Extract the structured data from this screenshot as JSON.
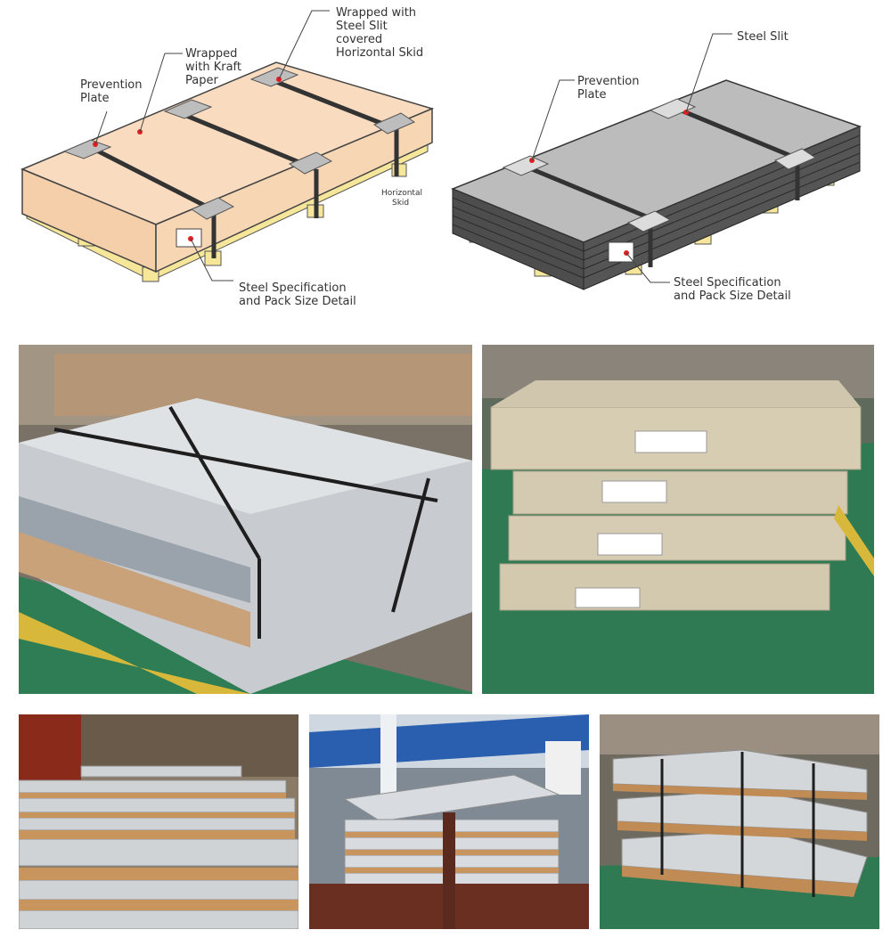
{
  "diagram_left": {
    "labels": {
      "wrapped_steel_slit": [
        "Wrapped with",
        "Steel Slit",
        "covered",
        "Horizontal Skid"
      ],
      "kraft": [
        "Wrapped",
        "with Kraft",
        "Paper"
      ],
      "prevention": [
        "Prevention",
        "Plate"
      ],
      "skid": [
        "Horizontal",
        "Skid"
      ],
      "spec": [
        "Steel Specification",
        "and Pack Size Detail"
      ]
    }
  },
  "diagram_right": {
    "labels": {
      "steel_slit": "Steel Slit",
      "prevention": [
        "Prevention",
        "Plate"
      ],
      "spec": [
        "Steel Specification",
        "and Pack Size Detail"
      ]
    }
  },
  "colors": {
    "kraft": "#f9dcc0",
    "skid": "#f5e69a",
    "steel_top": "#bcbcbc",
    "steel_side": "#5a5a5a",
    "strap": "#333333",
    "marker": "#e02020",
    "warehouse_floor": "#2e7d55"
  }
}
